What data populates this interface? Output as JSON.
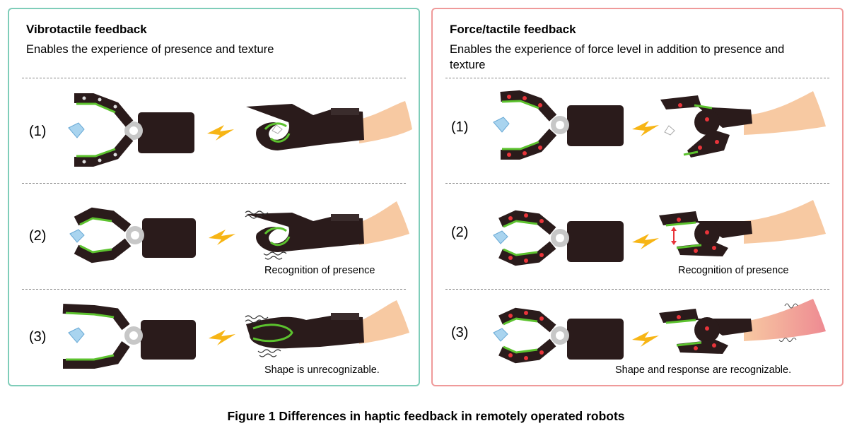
{
  "left_panel": {
    "title": "Vibrotactile feedback",
    "description": "Enables the experience of presence and texture",
    "rows": [
      {
        "label": "(1)",
        "caption": ""
      },
      {
        "label": "(2)",
        "caption": "Recognition of presence"
      },
      {
        "label": "(3)",
        "caption": "Shape is unrecognizable."
      }
    ]
  },
  "right_panel": {
    "title": "Force/tactile feedback",
    "description": "Enables the experience of force level in addition to presence and texture",
    "rows": [
      {
        "label": "(1)",
        "caption": ""
      },
      {
        "label": "(2)",
        "caption": "Recognition of presence"
      },
      {
        "label": "(3)",
        "caption": "Shape and response are recognizable."
      }
    ]
  },
  "figure_caption": "Figure 1  Differences in haptic feedback in remotely operated robots",
  "colors": {
    "left_border": "#7fcdb9",
    "right_border": "#ef9a9a",
    "robot_body": "#2a1b1b",
    "sensor_green": "#5cc22e",
    "sensor_red": "#e8343a",
    "lightning": "#f7b515",
    "skin": "#f7c9a2",
    "skin_pressure": "#ee8a92"
  },
  "icons": [
    "robot-gripper-icon",
    "lightning-icon",
    "haptic-glove-hand-icon",
    "diamond-object-icon",
    "vibration-lines-icon",
    "force-arrow-icon"
  ]
}
